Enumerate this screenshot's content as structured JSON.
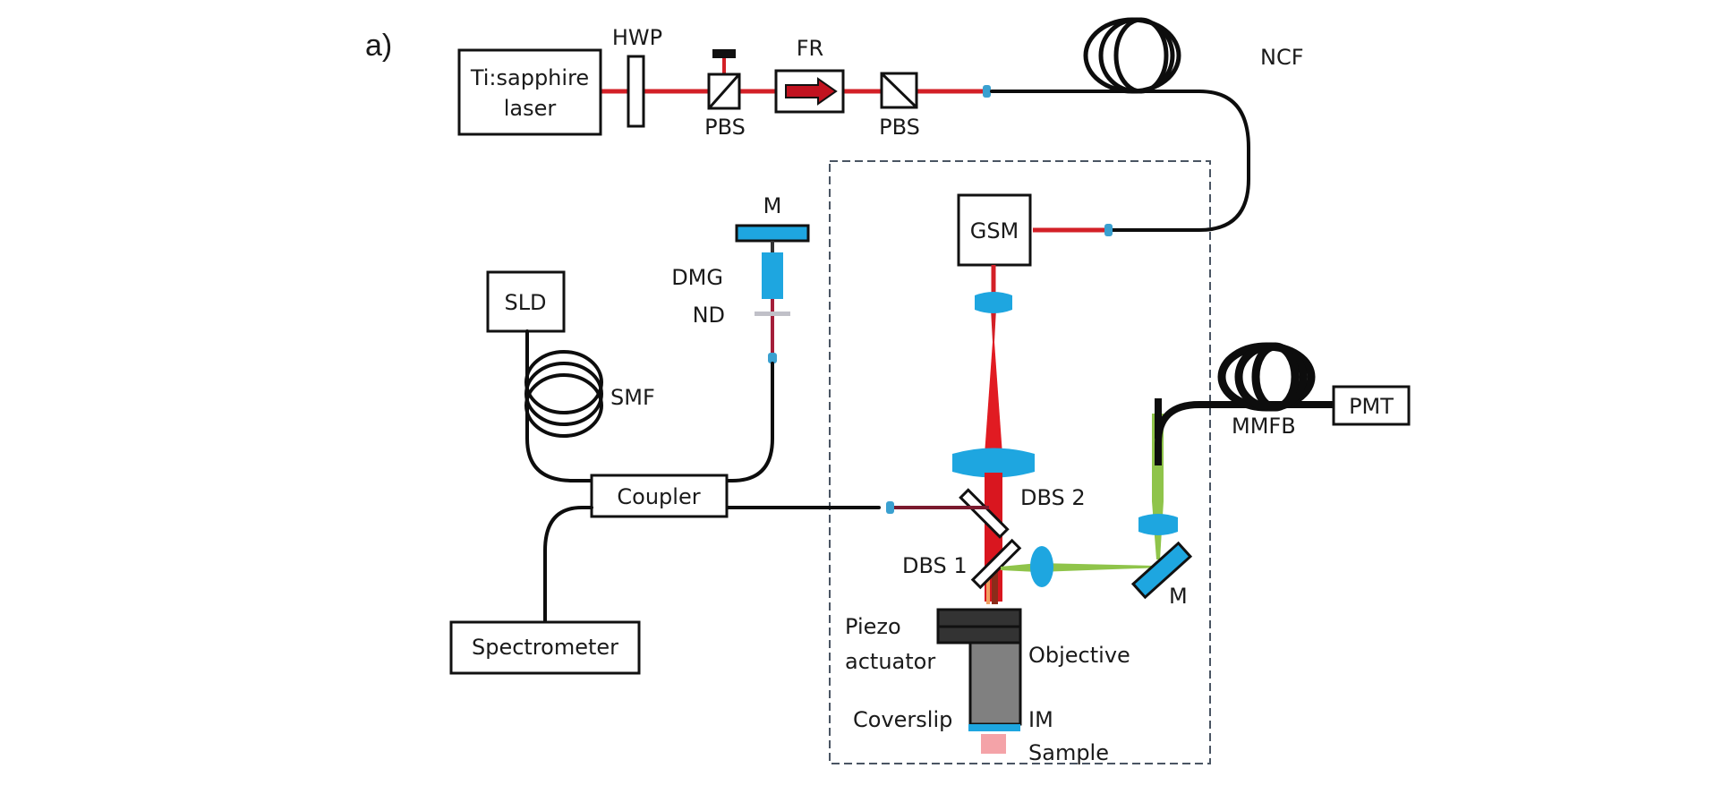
{
  "figure": {
    "panel_label": "a)",
    "colors": {
      "laser_beam": "#d32027",
      "oct_beam": "#7a1a2e",
      "fluorescence_beam": "#8fc44a",
      "optics": "#1ea6e0",
      "fiber": "#0d0d0d",
      "objective_dark": "#333333",
      "objective_body": "#808080",
      "sample": "#f4a3a8",
      "enclosure": "#4a5563"
    }
  },
  "components": {
    "laser": {
      "line1": "Ti:sapphire",
      "line2": "laser"
    },
    "hwp": "HWP",
    "pbs1": "PBS",
    "fr": "FR",
    "pbs2": "PBS",
    "ncf": "NCF",
    "gsm": "GSM",
    "mirror_ref": "M",
    "dmg": "DMG",
    "nd": "ND",
    "sld": "SLD",
    "smf": "SMF",
    "coupler": "Coupler",
    "spectrometer": "Spectrometer",
    "dbs2": "DBS 2",
    "dbs1": "DBS 1",
    "mirror_det": "M",
    "mmfb": "MMFB",
    "pmt": "PMT",
    "piezo": {
      "line1": "Piezo",
      "line2": "actuator"
    },
    "objective": "Objective",
    "coverslip": "Coverslip",
    "im": "IM",
    "sample": "Sample"
  }
}
